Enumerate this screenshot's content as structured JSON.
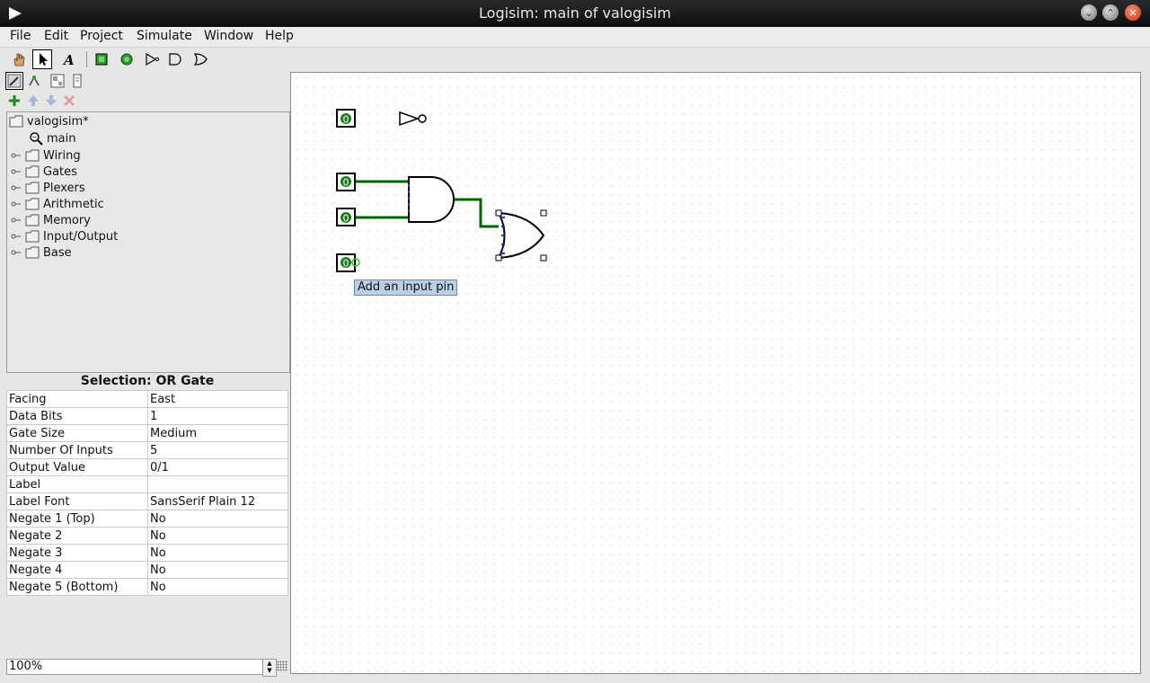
{
  "window": {
    "title": "Logisim: main of valogisim"
  },
  "menu": [
    "File",
    "Edit",
    "Project",
    "Simulate",
    "Window",
    "Help"
  ],
  "tree": {
    "project": "valogisim*",
    "circuit": "main",
    "libraries": [
      "Wiring",
      "Gates",
      "Plexers",
      "Arithmetic",
      "Memory",
      "Input/Output",
      "Base"
    ]
  },
  "selection": {
    "title": "Selection: OR Gate",
    "attributes": [
      {
        "name": "Facing",
        "value": "East"
      },
      {
        "name": "Data Bits",
        "value": "1"
      },
      {
        "name": "Gate Size",
        "value": "Medium"
      },
      {
        "name": "Number Of Inputs",
        "value": "5"
      },
      {
        "name": "Output Value",
        "value": "0/1"
      },
      {
        "name": "Label",
        "value": ""
      },
      {
        "name": "Label Font",
        "value": "SansSerif Plain 12"
      },
      {
        "name": "Negate 1 (Top)",
        "value": "No"
      },
      {
        "name": "Negate 2",
        "value": "No"
      },
      {
        "name": "Negate 3",
        "value": "No"
      },
      {
        "name": "Negate 4",
        "value": "No"
      },
      {
        "name": "Negate 5 (Bottom)",
        "value": "No"
      }
    ]
  },
  "zoom": "100%",
  "tooltip": "Add an input pin",
  "pins": {
    "value": "0"
  },
  "colors": {
    "wire": "#006400",
    "selection": "#000000",
    "tooltip_bg": "#b8cfe5"
  }
}
